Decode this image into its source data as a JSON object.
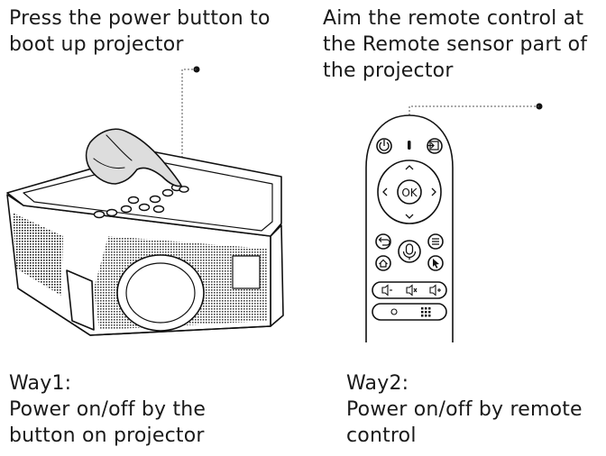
{
  "left_instruction": {
    "line1": "Press the power button to",
    "line2": "boot up projector"
  },
  "right_instruction": {
    "line1": "Aim the remote control at",
    "line2": "the Remote sensor part of",
    "line3": "the projector"
  },
  "remote": {
    "ok_label": "OK"
  },
  "way1": {
    "title": "Way1:",
    "line1": "Power on/off by the",
    "line2": "button on projector"
  },
  "way2": {
    "title": "Way2:",
    "line1": "Power on/off by remote",
    "line2": "control"
  }
}
